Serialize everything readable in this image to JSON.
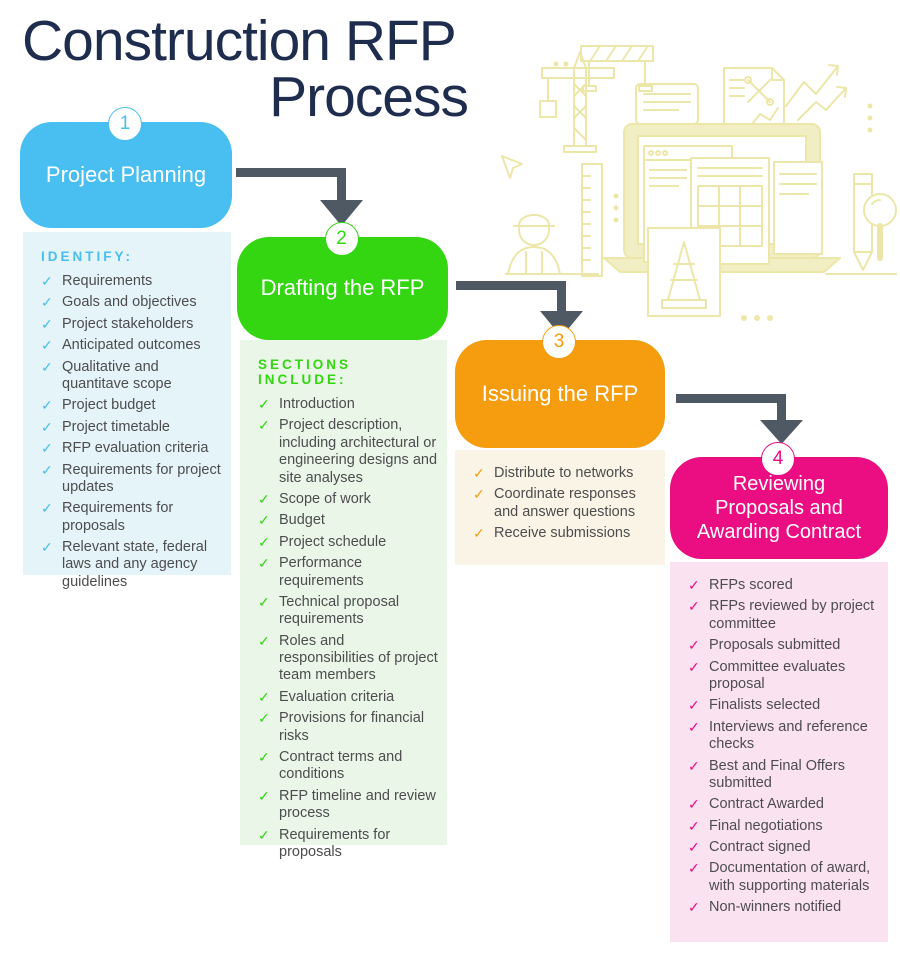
{
  "title": {
    "line1": "Construction RFP",
    "line2": "Process"
  },
  "check_glyph": "✓",
  "colors": {
    "title": "#1E2C4E",
    "arrow": "#4E5963",
    "list_text": "#4D4D4F",
    "illustration": "#ECE7A9"
  },
  "steps": [
    {
      "number": "1",
      "label": "Project Planning",
      "color": "#49BEF1",
      "panel_color": "#E5F4F8",
      "list_header": "IDENTIFY:",
      "items": [
        "Requirements",
        "Goals and objectives",
        "Project stakeholders",
        "Anticipated outcomes",
        "Qualitative and quantitave scope",
        "Project budget",
        "Project timetable",
        "RFP evaluation criteria",
        "Requirements for project updates",
        "Requirements for proposals",
        "Relevant state, federal laws and any agency guidelines"
      ]
    },
    {
      "number": "2",
      "label": "Drafting the RFP",
      "color": "#33D611",
      "panel_color": "#EAF6E8",
      "list_header": "SECTIONS INCLUDE:",
      "items": [
        "Introduction",
        "Project description, including architectural or engineering designs and site analyses",
        "Scope of work",
        "Budget",
        "Project schedule",
        "Performance requirements",
        "Technical proposal requirements",
        "Roles and responsibilities of project team members",
        "Evaluation criteria",
        "Provisions for financial risks",
        "Contract terms and conditions",
        "RFP timeline and review process",
        "Requirements for proposals"
      ]
    },
    {
      "number": "3",
      "label": "Issuing the RFP",
      "color": "#F59D0E",
      "panel_color": "#F9F4E5",
      "list_header": "",
      "items": [
        "Distribute to networks",
        "Coordinate responses and answer questions",
        "Receive submissions"
      ]
    },
    {
      "number": "4",
      "label": "Reviewing Proposals and Awarding Contract",
      "color": "#EB0D82",
      "panel_color": "#FAE2F1",
      "list_header": "",
      "items": [
        "RFPs scored",
        "RFPs reviewed by project committee",
        "Proposals submitted",
        "Committee evaluates proposal",
        "Finalists selected",
        "Interviews and reference checks",
        "Best and Final Offers submitted",
        "Contract Awarded",
        "Final negotiations",
        "Contract signed",
        "Documentation of award, with supporting materials",
        "Non-winners notified"
      ]
    }
  ]
}
